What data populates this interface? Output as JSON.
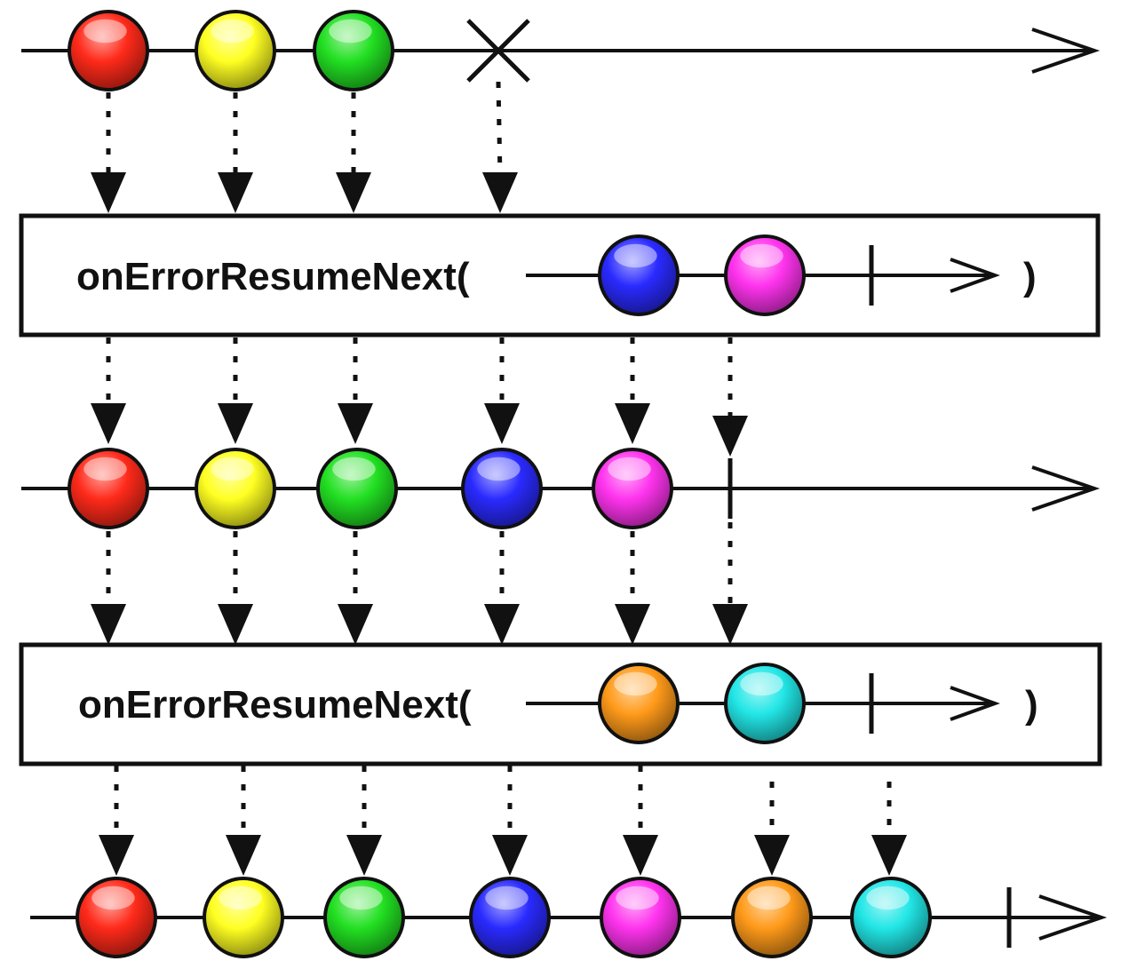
{
  "colors": {
    "red": "#ff2a1a",
    "yellow": "#ffff22",
    "green": "#22e022",
    "blue": "#2a2aff",
    "magenta": "#ff33ee",
    "orange": "#ff9a1a",
    "cyan": "#22e6e6",
    "stroke": "#111111",
    "box_fill": "#ffffff"
  },
  "operator_1": {
    "name": "onErrorResumeNext(",
    "close": ")",
    "marbles": [
      "blue",
      "magenta"
    ]
  },
  "operator_2": {
    "name": "onErrorResumeNext(",
    "close": ")",
    "marbles": [
      "orange",
      "cyan"
    ]
  },
  "timelines": {
    "source": {
      "marbles": [
        "red",
        "yellow",
        "green"
      ],
      "terminator": "error-x"
    },
    "middle": {
      "marbles": [
        "red",
        "yellow",
        "green",
        "blue",
        "magenta"
      ],
      "terminator": "complete-bar"
    },
    "result": {
      "marbles": [
        "red",
        "yellow",
        "green",
        "blue",
        "magenta",
        "orange",
        "cyan"
      ],
      "terminator": "complete-bar"
    }
  }
}
